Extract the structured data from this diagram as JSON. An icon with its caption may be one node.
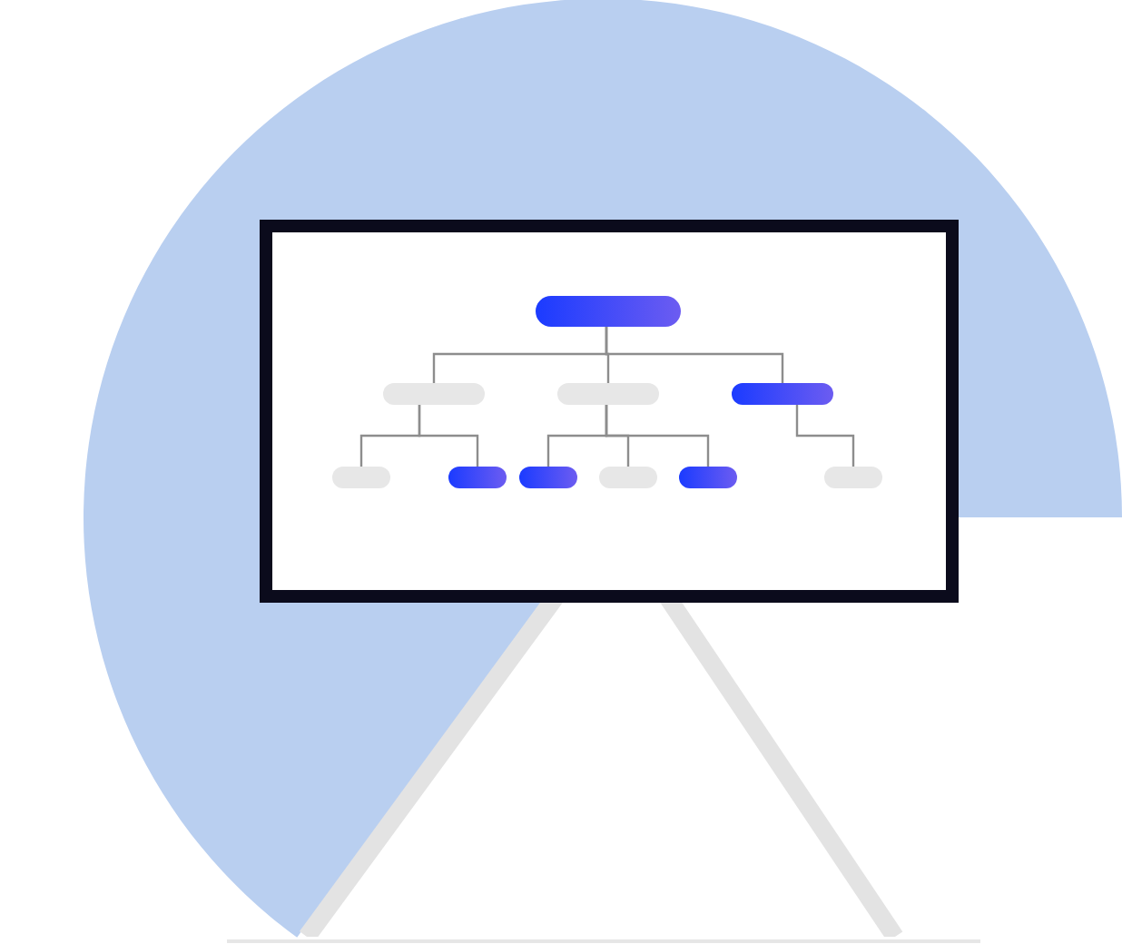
{
  "diagram": {
    "nodes": [
      {
        "text": [],
        "shape": "box"
      },
      {
        "text": [],
        "shape": "box"
      },
      {
        "text": [],
        "shape": "box"
      },
      {
        "text": [],
        "shape": "box"
      },
      {
        "text": [],
        "shape": "box"
      },
      {
        "text": [],
        "shape": "box"
      },
      {
        "text": [],
        "shape": "box"
      },
      {
        "text": [],
        "shape": "box"
      },
      {
        "text": [],
        "shape": "box"
      },
      {
        "text": [],
        "shape": "box"
      }
    ],
    "edges": [
      {
        "from": 0,
        "to": 1,
        "arrow": "none"
      },
      {
        "from": 0,
        "to": 2,
        "arrow": "none"
      },
      {
        "from": 0,
        "to": 3,
        "arrow": "none"
      },
      {
        "from": 1,
        "to": 4,
        "arrow": "none"
      },
      {
        "from": 1,
        "to": 5,
        "arrow": "none"
      },
      {
        "from": 2,
        "to": 6,
        "arrow": "none"
      },
      {
        "from": 2,
        "to": 7,
        "arrow": "none"
      },
      {
        "from": 2,
        "to": 8,
        "arrow": "none"
      },
      {
        "from": 3,
        "to": 9,
        "arrow": "none"
      }
    ]
  }
}
